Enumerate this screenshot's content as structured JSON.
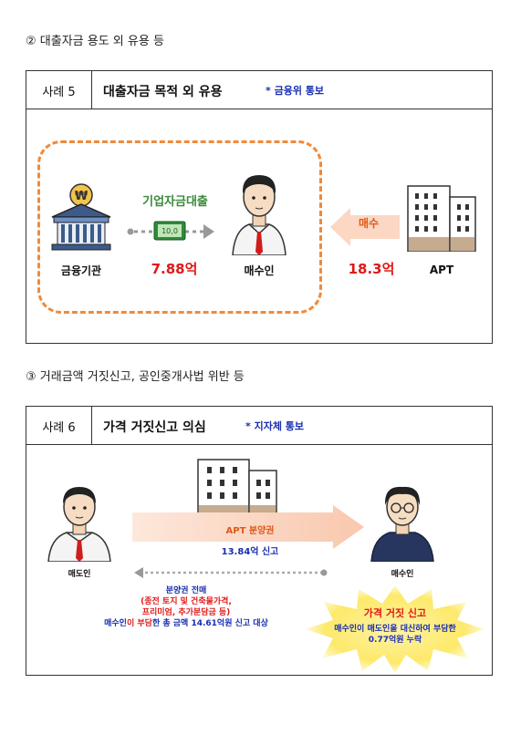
{
  "section2": {
    "title": "② 대출자금 용도 외 유용 등"
  },
  "case5": {
    "label": "사례 5",
    "title": "대출자금 목적 외 유용",
    "note": "* 금융위 통보",
    "bank_label": "금융기관",
    "loan_label": "기업자금대출",
    "loan_amount": "7.88억",
    "buyer_label": "매수인",
    "purchase_label": "매수",
    "purchase_amount": "18.3억",
    "apt_label": "APT"
  },
  "section3": {
    "title": "③ 거래금액 거짓신고, 공인중개사법 위반 등"
  },
  "case6": {
    "label": "사례 6",
    "title": "가격 거짓신고 의심",
    "note": "* 지자체 통보",
    "seller_label": "매도인",
    "buyer_label": "매수인",
    "apt_arrow_label": "APT 분양권",
    "reported_amount": "13.84억 신고",
    "resale_title": "분양권 전매",
    "resale_detail_1": "(종전 토지 및 건축물가격,",
    "resale_detail_2": "프리미엄, 추가분담금 등)",
    "resale_sum_prefix": "매수인",
    "resale_sum_mid1": "이 부담",
    "resale_sum_mid2": "한 총 금액 14.61억원 신고 대상",
    "false_report_title": "가격 거짓 신고",
    "false_report_line1": "매수인이 매도인을 대신하여 부담한",
    "false_report_line2": "0.77억원 누락"
  }
}
